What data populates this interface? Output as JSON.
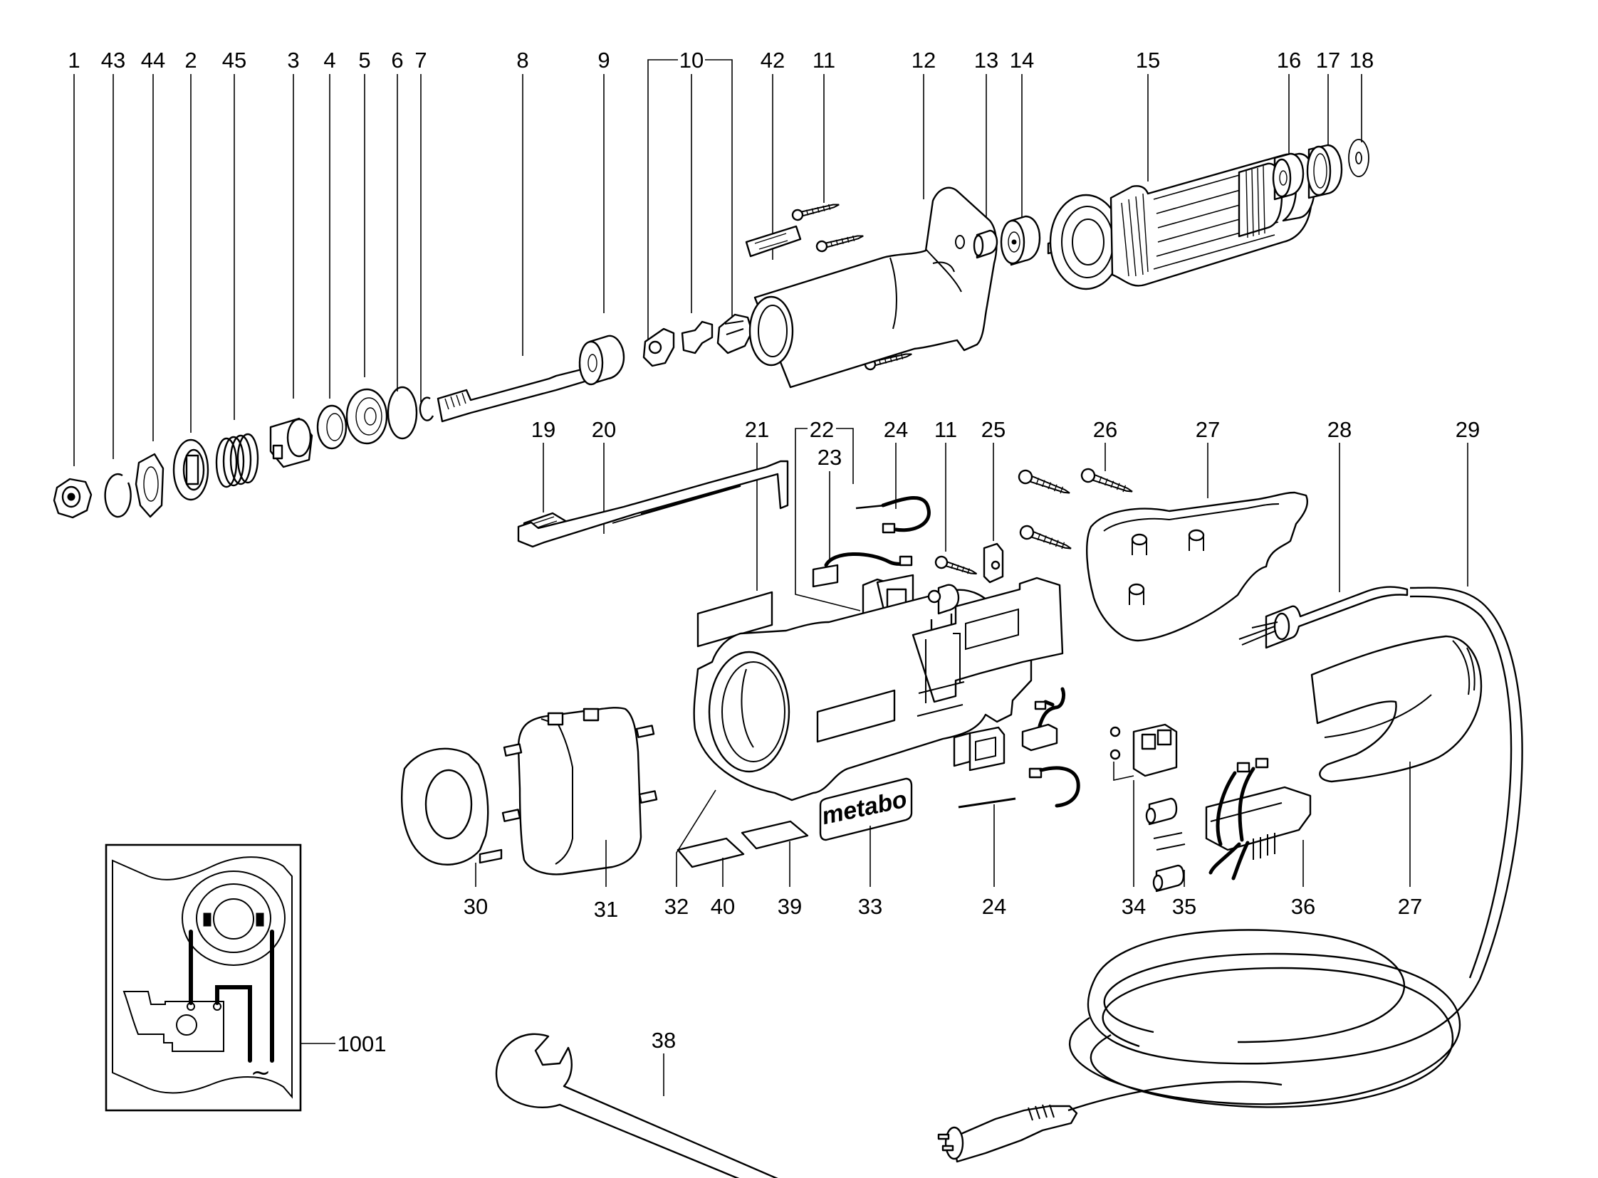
{
  "diagram": {
    "title": "Exploded parts diagram - straight grinder",
    "brand_label": "metabo",
    "inset": {
      "callout": "1001",
      "symbol": "~",
      "description": "Wiring diagram inset"
    },
    "callouts_top_row": [
      "1",
      "43",
      "44",
      "2",
      "45",
      "3",
      "4",
      "5",
      "6",
      "7",
      "8",
      "9",
      "10",
      "42",
      "11",
      "12",
      "13",
      "14",
      "15",
      "16",
      "17",
      "18"
    ],
    "callouts_middle_row": [
      "19",
      "20",
      "21",
      "22",
      "23",
      "24",
      "11",
      "25",
      "26",
      "27",
      "28",
      "29"
    ],
    "callouts_bottom_row": [
      "30",
      "31",
      "32",
      "40",
      "39",
      "33",
      "24",
      "34",
      "35",
      "36",
      "27"
    ],
    "callout_wrench": "38"
  }
}
